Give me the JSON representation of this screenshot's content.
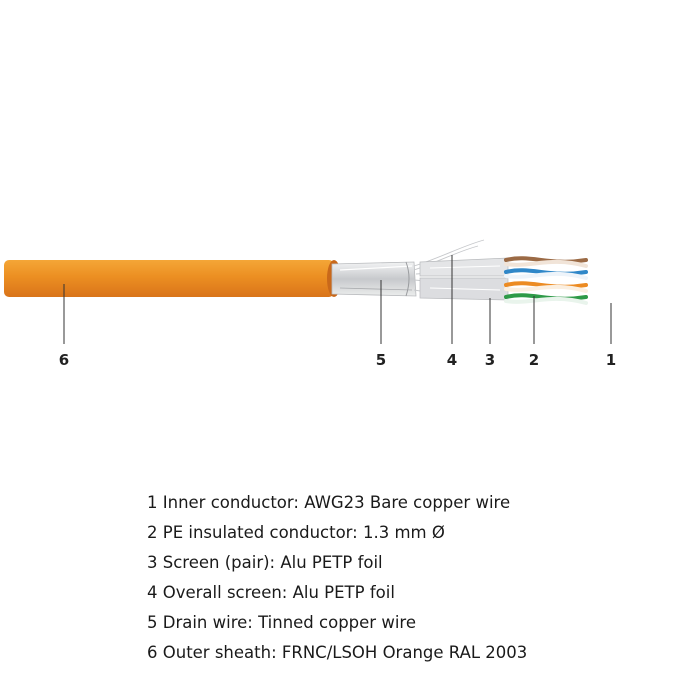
{
  "callouts": [
    "6",
    "5",
    "4",
    "3",
    "2",
    "1"
  ],
  "legend": [
    "1 Inner conductor: AWG23 Bare copper wire",
    "2 PE insulated conductor: 1.3 mm Ø",
    "3 Screen (pair): Alu PETP foil",
    "4 Overall screen: Alu PETP foil",
    "5 Drain wire: Tinned copper wire",
    "6 Outer sheath: FRNC/LSOH Orange RAL 2003"
  ],
  "colors": {
    "sheath": "#ea8c1e",
    "foil": "#d4d6d8",
    "pair_brown": "#9b6a45",
    "pair_blue": "#2f87c8",
    "pair_orange": "#ec8b22",
    "pair_green": "#2e9a48",
    "copper": "#e6bc3a"
  }
}
